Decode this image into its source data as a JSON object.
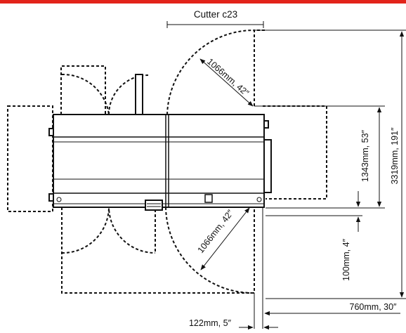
{
  "colors": {
    "accent_bar": "#e2231a",
    "line": "#111111"
  },
  "diagram": {
    "title": "Cutter c23",
    "dimensions": {
      "swing_top": "1066mm, 42″",
      "swing_bottom": "1066mm, 42″",
      "depth": "1343mm, 53″",
      "total_width": "3319mm, 191″",
      "gap_vertical": "100mm, 4″",
      "clearance_right": "760mm, 30″",
      "gap_horizontal": "122mm, 5″"
    }
  }
}
